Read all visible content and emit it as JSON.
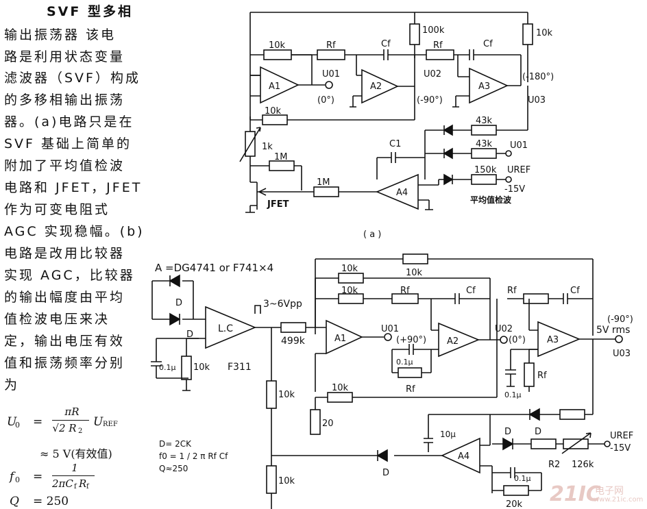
{
  "text": {
    "lines": [
      "SVF 型多相",
      "输出振荡器  该电",
      "路是利用状态变量",
      "滤波器（SVF）构成",
      "的多移相输出振荡",
      "器。(a)电路只是在",
      "SVF 基础上简单的",
      "附加了平均值检波",
      "电路和 JFET，JFET",
      "作为可变电阻式",
      "AGC 实现稳幅。(b)",
      "电路是改用比较器",
      "实现 AGC，比较器",
      "的输出幅度由平均",
      "值检波电压来决",
      "定，输出电压有效",
      "值和振荡频率分别",
      "为"
    ],
    "eq1": {
      "lhs": "U",
      "lhs_sub": "0",
      "eq": "=",
      "num": "πR",
      "den": "√2 R",
      "den_sub": "2",
      "tail": "U",
      "tail_sub": "REF"
    },
    "eq2": {
      "text": "≈ 5 V(有效值)"
    },
    "eq3": {
      "lhs": "f",
      "lhs_sub": "0",
      "eq": "=",
      "num": "1",
      "den": "2πC",
      "den_sub": "f",
      "den_tail": "R",
      "den_tail_sub": "f"
    },
    "eq4": {
      "lhs": "Q",
      "eq": "= 250"
    }
  },
  "circuit_a": {
    "caption": "( a )",
    "labels": {
      "r_top_in": "10k",
      "rf1": "Rf",
      "cf1": "Cf",
      "r100k": "100k",
      "rf2": "Rf",
      "cf2": "Cf",
      "r10k_right": "10k",
      "a1": "A1",
      "a2": "A2",
      "a3": "A3",
      "a4": "A4",
      "u01": "U01",
      "u01_phase": "(0°)",
      "u02": "U02",
      "u02_phase": "(-90°)",
      "u03_phase": "(-180°)",
      "u03": "U03",
      "r_fb": "10k",
      "pot": "1k",
      "r1m_a": "1M",
      "r1m_b": "1M",
      "jfet": "JFET",
      "c1": "C1",
      "r43k_a": "43k",
      "r43k_b": "43k",
      "r150k": "150k",
      "out_u01": "U01",
      "uref": "UREF",
      "m15v": "-15V",
      "avg_det": "平均值检波"
    }
  },
  "circuit_b": {
    "labels": {
      "chip": "A =DG4741 or F741×4",
      "d_label1": "D",
      "d_label2": "D",
      "cmp": "L.C",
      "cmp_name": "F311",
      "pulse": "3~6Vpp",
      "c01": "0.1μ",
      "r10k_cmp": "10k",
      "r499k": "499k",
      "r10k_top1": "10k",
      "r10k_top2": "10k",
      "r10k_mid": "10k",
      "rf_a": "Rf",
      "cf_a": "Cf",
      "rf_b": "Rf",
      "cf_b": "Cf",
      "a1": "A1",
      "a2": "A2",
      "a3": "A3",
      "a4": "A4",
      "u01": "U01",
      "p90": "(+90°)",
      "u02": "U02",
      "p0": "(0°)",
      "m90": "(-90°)",
      "v5": "5V rms",
      "u03": "U03",
      "c01b": "0.1μ",
      "rf_c": "Rf",
      "r10k_low": "10k",
      "r20": "20",
      "c01c": "0.1μ",
      "rf_d": "Rf",
      "r10k_v1": "10k",
      "r10k_v2": "10k",
      "c10u": "10μ",
      "d_a": "D",
      "d_b": "D",
      "d_c": "D",
      "r2": "R2",
      "r126k": "126k",
      "uref": "UREF",
      "m15v": "-15V",
      "c01d": "0.1μ",
      "r20k": "20k",
      "note1": "D= 2CK",
      "note2": "f0 = 1 / 2 π Rf Cf",
      "note3": "Q≈250"
    }
  },
  "watermark": {
    "brand": "21IC",
    "cn": "电子网",
    "url": "www.21ic.com"
  }
}
